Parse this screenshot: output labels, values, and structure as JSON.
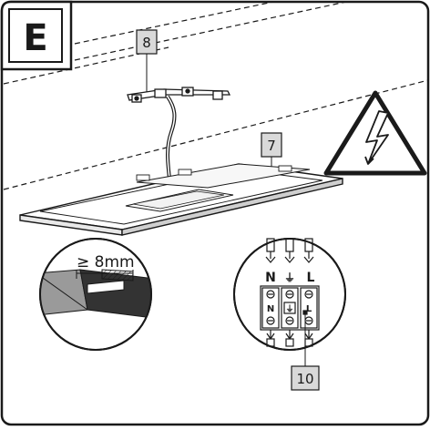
{
  "panel": {
    "step_letter": "E"
  },
  "callouts": {
    "mount_bracket": "8",
    "panel_body": "7",
    "terminal_block": "10"
  },
  "strip_length": {
    "label": "≥ 8mm"
  },
  "terminals": {
    "top_labels": [
      "N",
      "⏚",
      "L"
    ],
    "block_labels": [
      "N",
      "⏚",
      "L"
    ]
  },
  "warning": {
    "icon": "high-voltage-warning-icon"
  },
  "colors": {
    "line": "#1a1a1a",
    "callout_fill": "#d9d9d9",
    "insulation_gray": "#9a9a9a",
    "insulation_dark": "#333333"
  }
}
